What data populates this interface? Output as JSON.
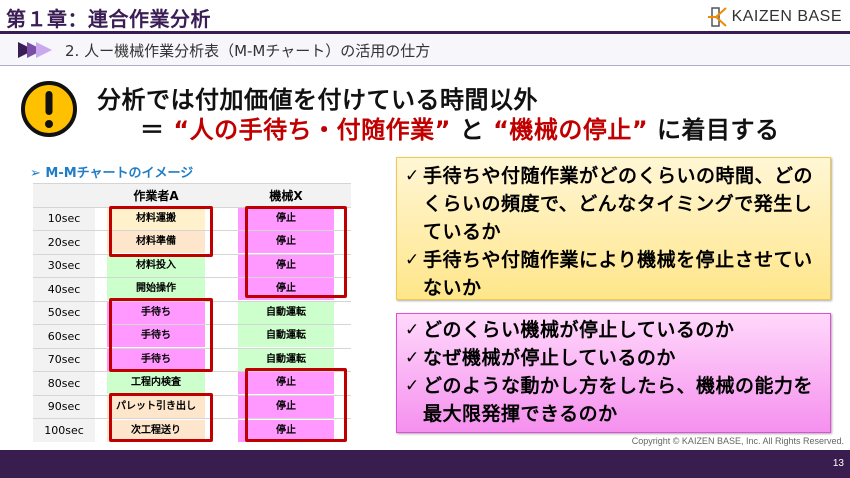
{
  "header": {
    "chapter_title": "第１章：連合作業分析",
    "logo_text": "KAIZEN BASE",
    "subtitle": "2. 人ー機械作業分析表（M-Mチャート）の活用の仕方"
  },
  "headline": {
    "line1": "分析では付加価値を付けている時間以外",
    "line2_prefix": "＝ ",
    "line2_red1": "“人の手待ち・付随作業”",
    "line2_mid": " と ",
    "line2_red2": "“機械の停止”",
    "line2_suffix": " に着目する",
    "icon": "warning-icon"
  },
  "chart": {
    "caption": "➢ M-Mチャートのイメージ",
    "columns": [
      "",
      "作業者A",
      "機械X"
    ],
    "rows": [
      {
        "time": "10sec",
        "worker": "材料運搬",
        "machine": "停止"
      },
      {
        "time": "20sec",
        "worker": "材料準備",
        "machine": "停止"
      },
      {
        "time": "30sec",
        "worker": "材料投入",
        "machine": "停止"
      },
      {
        "time": "40sec",
        "worker": "開始操作",
        "machine": "停止"
      },
      {
        "time": "50sec",
        "worker": "手待ち",
        "machine": "自動運転"
      },
      {
        "time": "60sec",
        "worker": "手待ち",
        "machine": "自動運転"
      },
      {
        "time": "70sec",
        "worker": "手待ち",
        "machine": "自動運転"
      },
      {
        "time": "80sec",
        "worker": "工程内検査",
        "machine": "停止"
      },
      {
        "time": "90sec",
        "worker": "パレット引き出し",
        "machine": "停止"
      },
      {
        "time": "100sec",
        "worker": "次工程送り",
        "machine": "停止"
      }
    ],
    "colors": {
      "peach": "#fff1cc",
      "green": "#ccffcc",
      "pink": "#ff99ff",
      "highlight": "#c00000"
    }
  },
  "box_yellow": {
    "items": [
      "手待ちや付随作業がどのくらいの時間、どのくらいの頻度で、どんなタイミングで発生しているか",
      "手待ちや付随作業により機械を停止させていないか"
    ]
  },
  "box_pink": {
    "items": [
      "どのくらい機械が停止しているのか",
      "なぜ機械が停止しているのか",
      "どのような動かし方をしたら、機械の能力を最大限発揮できるのか"
    ]
  },
  "footer": {
    "copyright": "Copyright ©  KAIZEN BASE, Inc.  All Rights Reserved.",
    "page_number": "13"
  },
  "check_mark": "✓"
}
